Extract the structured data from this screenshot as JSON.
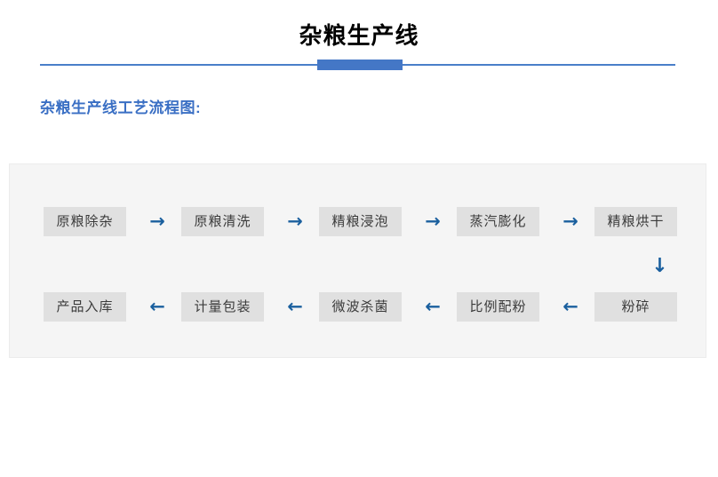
{
  "header": {
    "title": "杂粮生产线",
    "accent_color": "#4477c6",
    "rule_color": "#4a7fc9"
  },
  "section": {
    "subtitle": "杂粮生产线工艺流程图:",
    "subtitle_color": "#3a6fc4"
  },
  "flow": {
    "box_fill": "#e0e0e0",
    "box_text_color": "#3b3b3b",
    "arrow_color": "#1a5f9e",
    "panel_bg": "#f5f5f5",
    "row1": {
      "direction": "left-to-right",
      "steps": [
        {
          "label": "原粮除杂"
        },
        {
          "label": "原粮清洗"
        },
        {
          "label": "精粮浸泡"
        },
        {
          "label": "蒸汽膨化"
        },
        {
          "label": "精粮烘干"
        }
      ],
      "arrows": [
        {
          "glyph": "→"
        },
        {
          "glyph": "→"
        },
        {
          "glyph": "→"
        },
        {
          "glyph": "→"
        }
      ]
    },
    "connector": {
      "glyph": "↓"
    },
    "row2": {
      "direction": "right-to-left",
      "steps": [
        {
          "label": "产品入库"
        },
        {
          "label": "计量包装"
        },
        {
          "label": "微波杀菌"
        },
        {
          "label": "比例配粉"
        },
        {
          "label": "粉碎"
        }
      ],
      "arrows": [
        {
          "glyph": "←"
        },
        {
          "glyph": "←"
        },
        {
          "glyph": "←"
        },
        {
          "glyph": "←"
        }
      ]
    }
  }
}
